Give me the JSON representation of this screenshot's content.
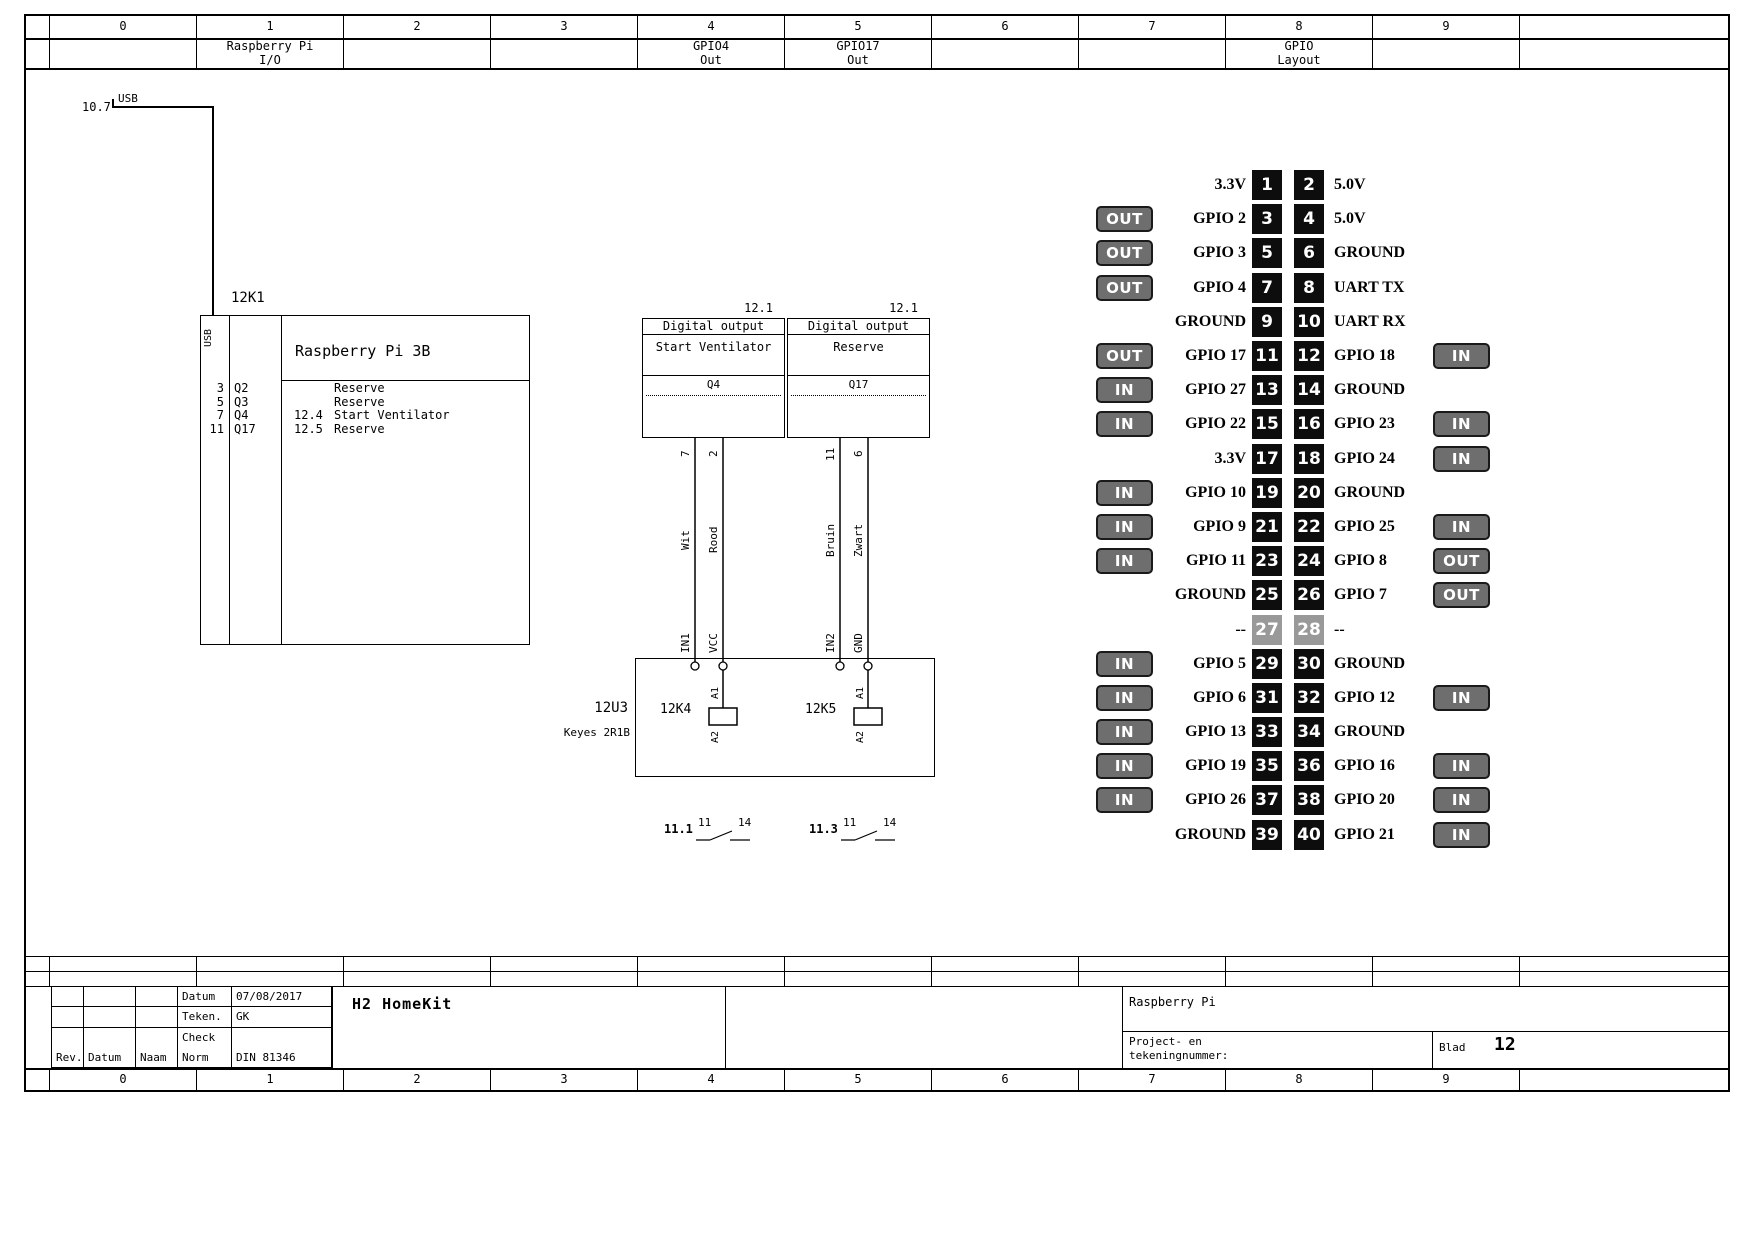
{
  "colors": {
    "badge_bg": "#6e6e6e",
    "pin_bg": "#0d0d0d",
    "pin_gray_bg": "#999999"
  },
  "ruler_columns": [
    "0",
    "1",
    "2",
    "3",
    "4",
    "5",
    "6",
    "7",
    "8",
    "9"
  ],
  "xref_header": {
    "cols": [
      {
        "line1": "",
        "line2": ""
      },
      {
        "line1": "Raspberry Pi",
        "line2": "I/O"
      },
      {
        "line1": "",
        "line2": ""
      },
      {
        "line1": "",
        "line2": ""
      },
      {
        "line1": "GPIO4",
        "line2": "Out"
      },
      {
        "line1": "GPIO17",
        "line2": "Out"
      },
      {
        "line1": "",
        "line2": ""
      },
      {
        "line1": "",
        "line2": ""
      },
      {
        "line1": "GPIO",
        "line2": "Layout"
      },
      {
        "line1": "",
        "line2": ""
      }
    ]
  },
  "schematic": {
    "usb_source_ref": "10.7",
    "usb_wire_label": "USB",
    "k1": {
      "designator": "12K1",
      "title": "Raspberry Pi 3B",
      "port_label": "USB",
      "pins": [
        {
          "pin": "3",
          "signal": "Q2",
          "ref": "",
          "desc": "Reserve"
        },
        {
          "pin": "5",
          "signal": "Q3",
          "ref": "",
          "desc": "Reserve"
        },
        {
          "pin": "7",
          "signal": "Q4",
          "ref": "12.4",
          "desc": "Start Ventilator"
        },
        {
          "pin": "11",
          "signal": "Q17",
          "ref": "12.5",
          "desc": "Reserve"
        }
      ]
    },
    "outputs": [
      {
        "ref": "12.1",
        "header": "Digital output",
        "name": "Start Ventilator",
        "signal": "Q4",
        "wire_a": {
          "pin": "7",
          "color": "Wit",
          "terminal": "IN1"
        },
        "wire_b": {
          "pin": "2",
          "color": "Rood",
          "terminal": "VCC"
        }
      },
      {
        "ref": "12.1",
        "header": "Digital output",
        "name": "Reserve",
        "signal": "Q17",
        "wire_a": {
          "pin": "11",
          "color": "Bruin",
          "terminal": "IN2"
        },
        "wire_b": {
          "pin": "6",
          "color": "Zwart",
          "terminal": "GND"
        }
      }
    ],
    "u3": {
      "designator": "12U3",
      "part": "Keyes 2R1B",
      "relays": [
        {
          "designator": "12K4",
          "t1": "A1",
          "t2": "A2"
        },
        {
          "designator": "12K5",
          "t1": "A1",
          "t2": "A2"
        }
      ]
    },
    "contacts": [
      {
        "ref": "11.1",
        "t1": "11",
        "t2": "14"
      },
      {
        "ref": "11.3",
        "t1": "11",
        "t2": "14"
      }
    ]
  },
  "gpio": {
    "rows": [
      {
        "left_label": "3.3V",
        "left_pin": "1",
        "right_pin": "2",
        "right_label": "5.0V",
        "left_badge": null,
        "right_badge": null
      },
      {
        "left_label": "GPIO 2",
        "left_pin": "3",
        "right_pin": "4",
        "right_label": "5.0V",
        "left_badge": "OUT",
        "right_badge": null
      },
      {
        "left_label": "GPIO 3",
        "left_pin": "5",
        "right_pin": "6",
        "right_label": "GROUND",
        "left_badge": "OUT",
        "right_badge": null
      },
      {
        "left_label": "GPIO 4",
        "left_pin": "7",
        "right_pin": "8",
        "right_label": "UART TX",
        "left_badge": "OUT",
        "right_badge": null
      },
      {
        "left_label": "GROUND",
        "left_pin": "9",
        "right_pin": "10",
        "right_label": "UART RX",
        "left_badge": null,
        "right_badge": null
      },
      {
        "left_label": "GPIO 17",
        "left_pin": "11",
        "right_pin": "12",
        "right_label": "GPIO 18",
        "left_badge": "OUT",
        "right_badge": "IN"
      },
      {
        "left_label": "GPIO 27",
        "left_pin": "13",
        "right_pin": "14",
        "right_label": "GROUND",
        "left_badge": "IN",
        "right_badge": null
      },
      {
        "left_label": "GPIO 22",
        "left_pin": "15",
        "right_pin": "16",
        "right_label": "GPIO 23",
        "left_badge": "IN",
        "right_badge": "IN"
      },
      {
        "left_label": "3.3V",
        "left_pin": "17",
        "right_pin": "18",
        "right_label": "GPIO 24",
        "left_badge": null,
        "right_badge": "IN"
      },
      {
        "left_label": "GPIO 10",
        "left_pin": "19",
        "right_pin": "20",
        "right_label": "GROUND",
        "left_badge": "IN",
        "right_badge": null
      },
      {
        "left_label": "GPIO 9",
        "left_pin": "21",
        "right_pin": "22",
        "right_label": "GPIO 25",
        "left_badge": "IN",
        "right_badge": "IN"
      },
      {
        "left_label": "GPIO 11",
        "left_pin": "23",
        "right_pin": "24",
        "right_label": "GPIO 8",
        "left_badge": "IN",
        "right_badge": "OUT"
      },
      {
        "left_label": "GROUND",
        "left_pin": "25",
        "right_pin": "26",
        "right_label": "GPIO 7",
        "left_badge": null,
        "right_badge": "OUT"
      },
      {
        "left_label": "--",
        "left_pin": "27",
        "right_pin": "28",
        "right_label": "--",
        "left_badge": null,
        "right_badge": null,
        "gray": true
      },
      {
        "left_label": "GPIO 5",
        "left_pin": "29",
        "right_pin": "30",
        "right_label": "GROUND",
        "left_badge": "IN",
        "right_badge": null
      },
      {
        "left_label": "GPIO 6",
        "left_pin": "31",
        "right_pin": "32",
        "right_label": "GPIO 12",
        "left_badge": "IN",
        "right_badge": "IN"
      },
      {
        "left_label": "GPIO 13",
        "left_pin": "33",
        "right_pin": "34",
        "right_label": "GROUND",
        "left_badge": "IN",
        "right_badge": null
      },
      {
        "left_label": "GPIO 19",
        "left_pin": "35",
        "right_pin": "36",
        "right_label": "GPIO 16",
        "left_badge": "IN",
        "right_badge": "IN"
      },
      {
        "left_label": "GPIO 26",
        "left_pin": "37",
        "right_pin": "38",
        "right_label": "GPIO 20",
        "left_badge": "IN",
        "right_badge": "IN"
      },
      {
        "left_label": "GROUND",
        "left_pin": "39",
        "right_pin": "40",
        "right_label": "GPIO 21",
        "left_badge": null,
        "right_badge": "IN"
      }
    ]
  },
  "titleblock": {
    "table_rows": [
      {
        "c0": "",
        "c1": "",
        "c2": "",
        "c3": "Datum",
        "c4": "07/08/2017"
      },
      {
        "c0": "",
        "c1": "",
        "c2": "",
        "c3": "Teken.",
        "c4": "GK"
      },
      {
        "c0": "",
        "c1": "",
        "c2": "",
        "c3": "Check",
        "c4": ""
      },
      {
        "c0": "Rev.",
        "c1": "Datum",
        "c2": "Naam",
        "c3": "Norm",
        "c4": "DIN 81346"
      }
    ],
    "title": "H2 HomeKit",
    "company": "Raspberry Pi",
    "doc_label": "Project- en tekeningnummer:",
    "sheet_label": "Blad",
    "sheet_number": "12"
  }
}
